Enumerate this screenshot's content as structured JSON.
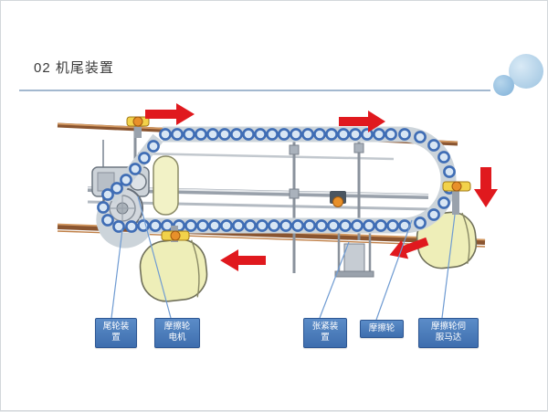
{
  "slide": {
    "title": "02 机尾装置"
  },
  "labels": [
    {
      "name": "tail-wheel-device",
      "text": "尾轮装\n置"
    },
    {
      "name": "friction-wheel-motor",
      "text": "摩擦轮\n电机"
    },
    {
      "name": "tension-device",
      "text": "张紧装\n置"
    },
    {
      "name": "friction-wheel",
      "text": "摩擦轮"
    },
    {
      "name": "friction-servo-motor",
      "text": "摩擦轮伺\n服马达"
    }
  ],
  "arrows": [
    {
      "name": "flow-arrow-top-left",
      "direction": "right"
    },
    {
      "name": "flow-arrow-top-right",
      "direction": "right"
    },
    {
      "name": "flow-arrow-right-side",
      "direction": "down"
    },
    {
      "name": "flow-arrow-bottom-center",
      "direction": "left"
    },
    {
      "name": "flow-arrow-bottom-right",
      "direction": "left"
    }
  ],
  "colors": {
    "label_bg": "#4a7ebb",
    "arrow_red": "#e0191e",
    "chain_blue": "#3f6db5",
    "wheel_yellow": "#f2f2c6",
    "rail_copper": "#a5642e",
    "logo_blue": "#9cc3e0",
    "rule_line": "#a3b8cf"
  }
}
